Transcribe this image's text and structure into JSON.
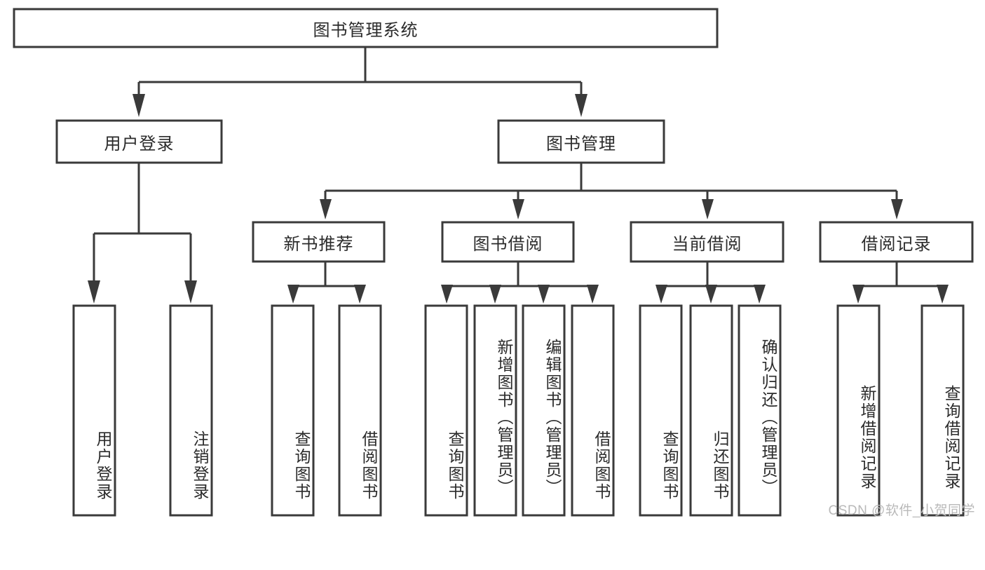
{
  "diagram": {
    "kind": "hierarchy-tree",
    "title": "图书管理系统",
    "watermark": "CSDN @软件_小贺同学",
    "colors": {
      "box_stroke": "#3a3a3a",
      "box_fill": "#ffffff",
      "text": "#2b2b2b",
      "background": "#ffffff",
      "watermark": "#b9b9b9"
    },
    "nodes": {
      "root": {
        "label": "图书管理系统"
      },
      "level2": [
        {
          "id": "user-login",
          "label": "用户登录"
        },
        {
          "id": "book-manage",
          "label": "图书管理"
        }
      ],
      "level3": [
        {
          "id": "new-book-recommend",
          "label": "新书推荐"
        },
        {
          "id": "book-borrow",
          "label": "图书借阅"
        },
        {
          "id": "current-borrow",
          "label": "当前借阅"
        },
        {
          "id": "borrow-record",
          "label": "借阅记录"
        }
      ],
      "leaves": {
        "user-login": [
          {
            "id": "leaf-user-login",
            "label": "用户登录"
          },
          {
            "id": "leaf-logout",
            "label": "注销登录"
          }
        ],
        "new-book-recommend": [
          {
            "id": "leaf-query-book-1",
            "label": "查询图书"
          },
          {
            "id": "leaf-borrow-book-1",
            "label": "借阅图书"
          }
        ],
        "book-borrow": [
          {
            "id": "leaf-query-book-2",
            "label": "查询图书"
          },
          {
            "id": "leaf-add-book",
            "label": "新增图书（管理员）"
          },
          {
            "id": "leaf-edit-book",
            "label": "编辑图书（管理员）"
          },
          {
            "id": "leaf-borrow-book-2",
            "label": "借阅图书"
          }
        ],
        "current-borrow": [
          {
            "id": "leaf-query-book-3",
            "label": "查询图书"
          },
          {
            "id": "leaf-return-book",
            "label": "归还图书"
          },
          {
            "id": "leaf-confirm-return",
            "label": "确认归还（管理员）"
          }
        ],
        "borrow-record": [
          {
            "id": "leaf-add-record",
            "label": "新增借阅记录"
          },
          {
            "id": "leaf-query-record",
            "label": "查询借阅记录"
          }
        ]
      }
    }
  }
}
